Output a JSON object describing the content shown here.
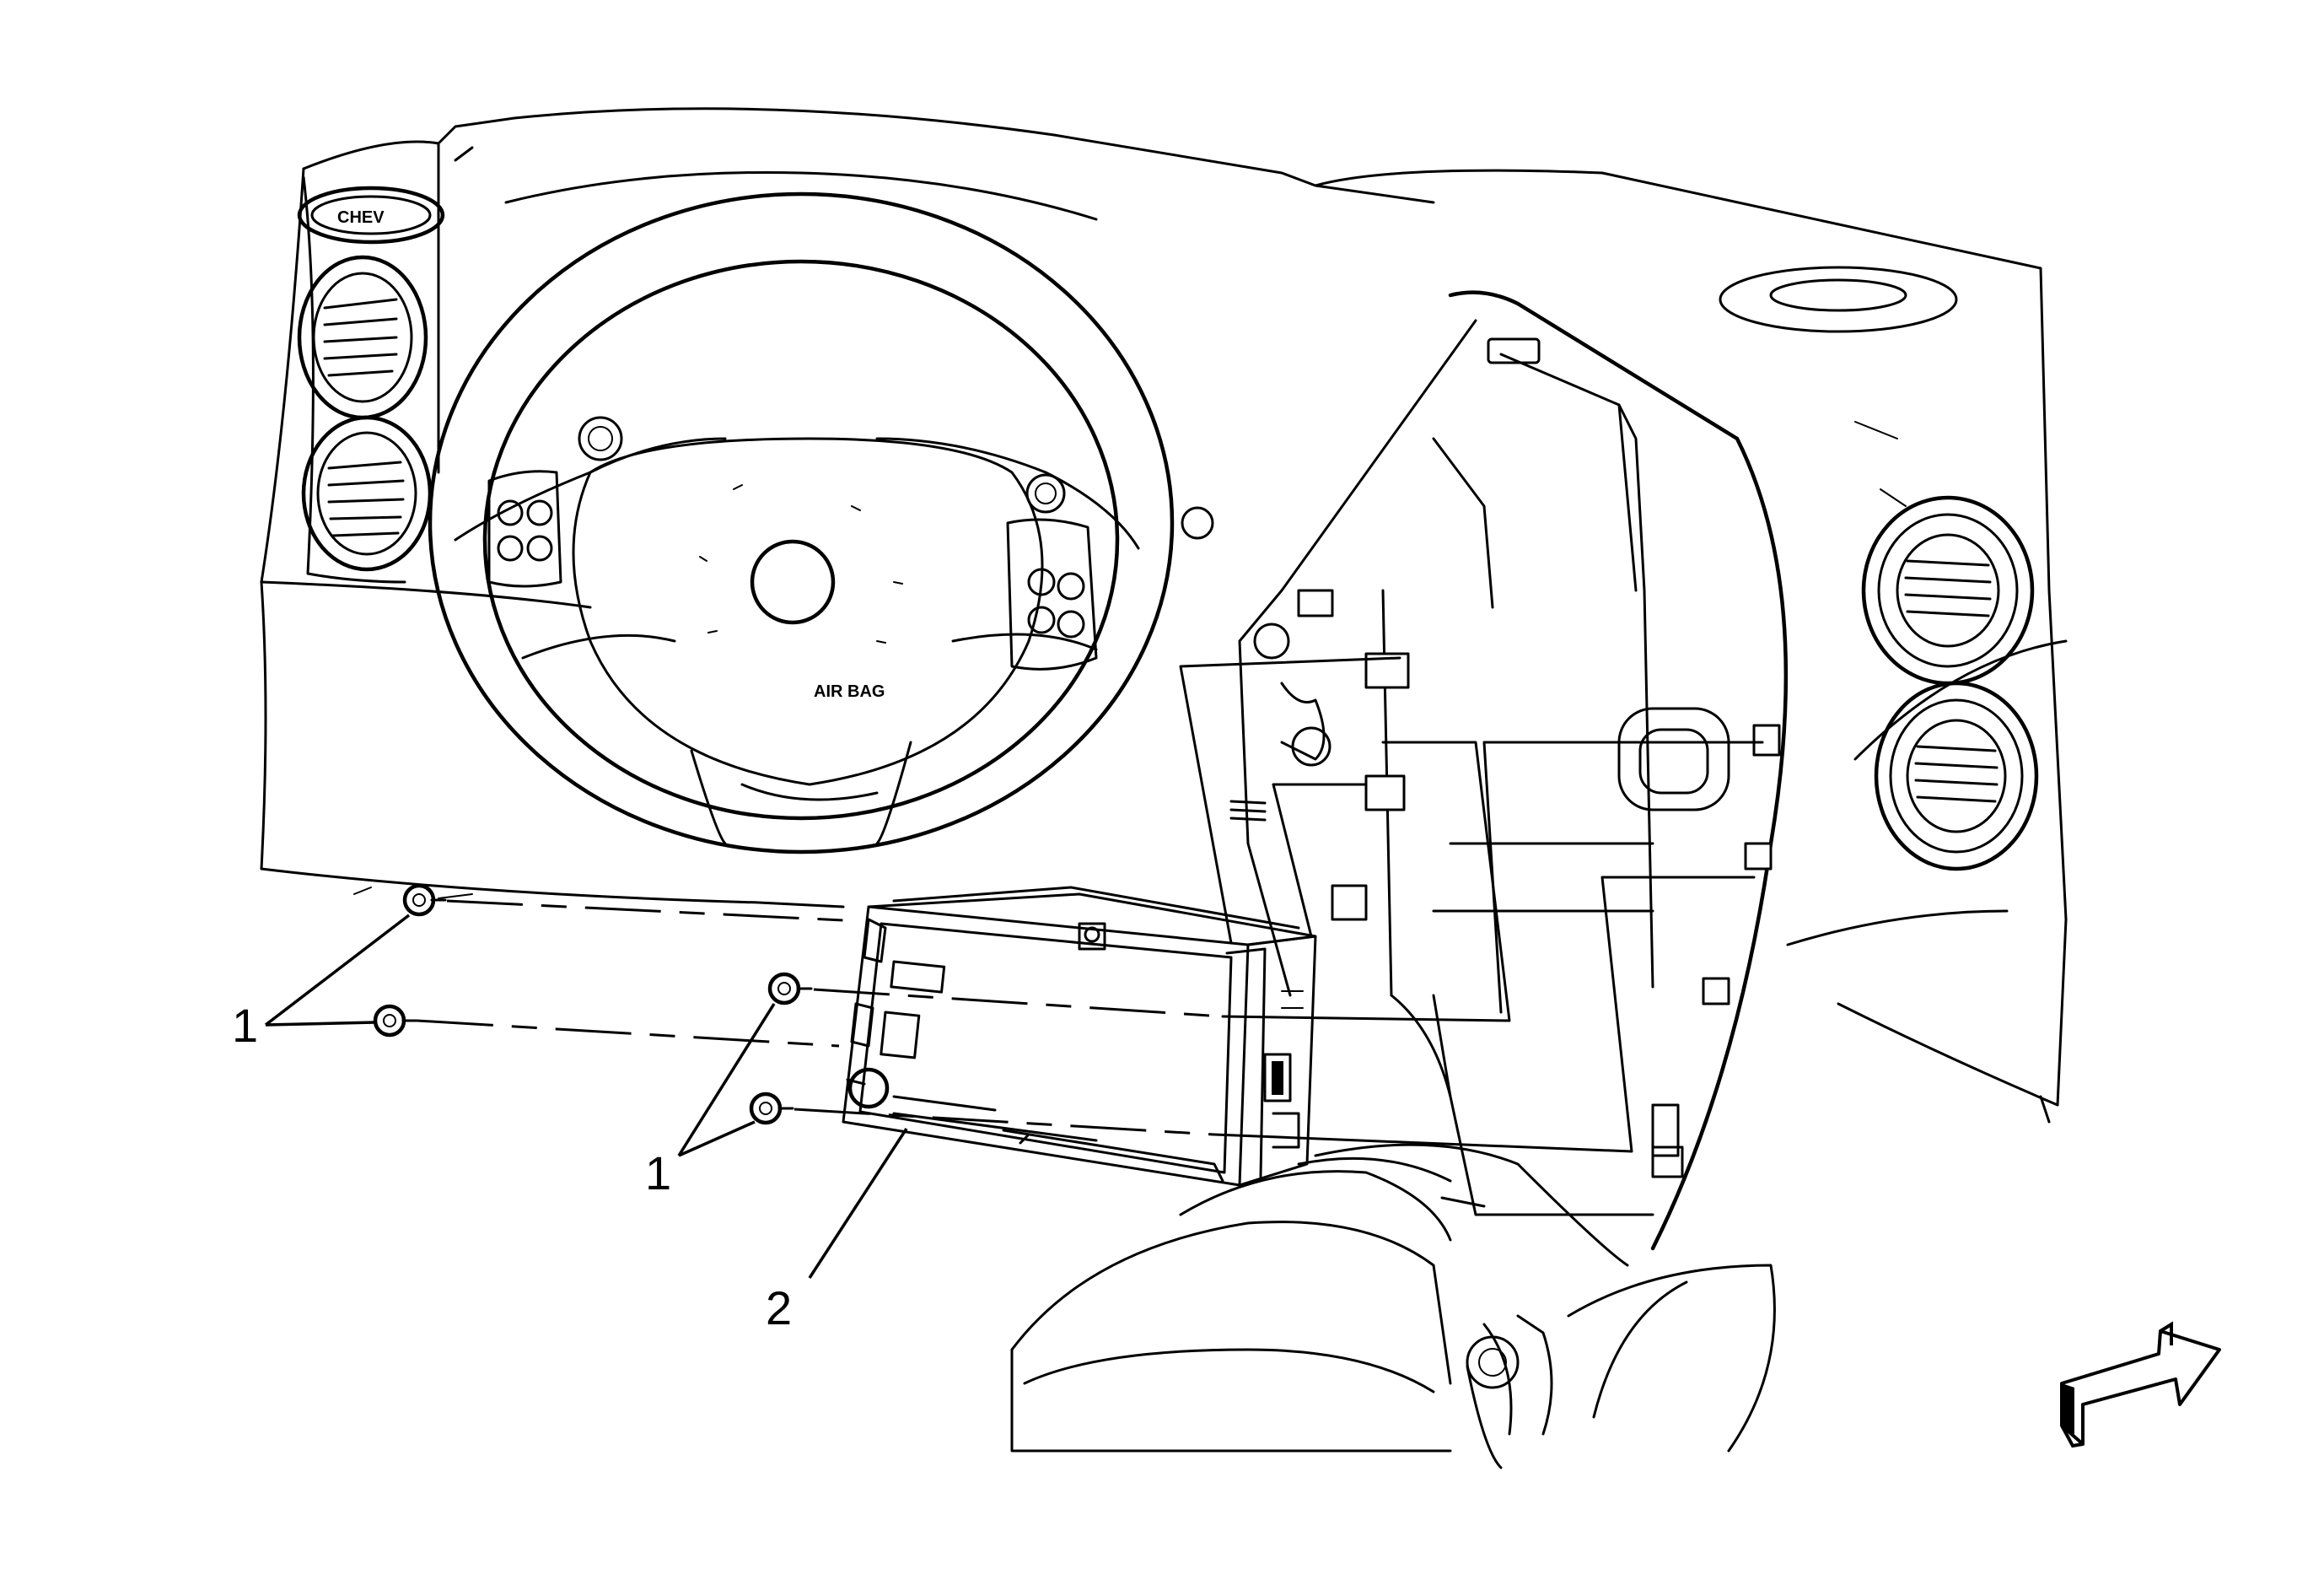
{
  "diagram": {
    "type": "exploded-view illustration",
    "callouts": [
      {
        "id": "callout-1-outer",
        "label": "1"
      },
      {
        "id": "callout-1-inner",
        "label": "1"
      },
      {
        "id": "callout-2",
        "label": "2"
      }
    ],
    "embedded_text": {
      "airbag_label": "AIR BAG"
    },
    "icons": [
      "view-direction-arrow-icon",
      "fastener-bolt-icon",
      "radio-unit",
      "steering-wheel",
      "air-vent"
    ]
  }
}
